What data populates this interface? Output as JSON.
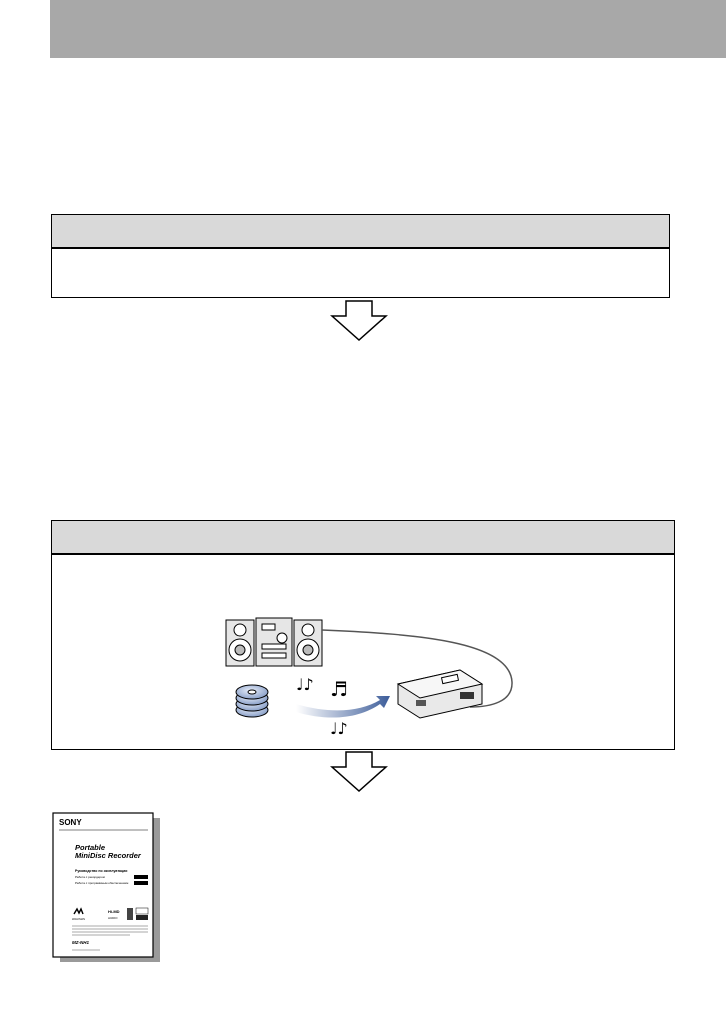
{
  "manual_cover": {
    "brand": "SONY",
    "title_line1": "Portable",
    "title_line2": "MiniDisc Recorder",
    "subtitle": "Руководство по эксплуатации",
    "line1": "Работа с рекордером",
    "line2": "Работа с программным обеспечением",
    "hi_md_label": "Hi-MD",
    "audio_label": "AUDIO",
    "model": "MZ-NH1",
    "walkman_label": "WALKMAN"
  }
}
